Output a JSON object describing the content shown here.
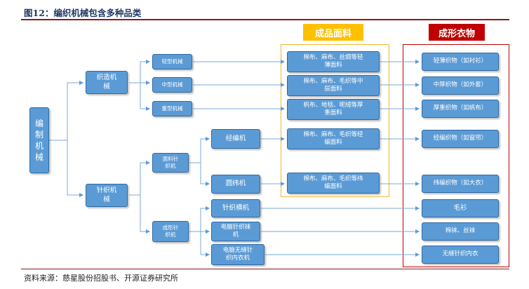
{
  "title": "图12：编织机械包含多种品类",
  "source": "资料来源：慈星股份招股书、开源证券研究所",
  "groups": {
    "fabric_label": "成品面料",
    "garment_label": "成形衣物"
  },
  "root": "编\n制\n机\n械",
  "level1": {
    "weaving": "织造机\n械",
    "knitting": "针织机\n械"
  },
  "weaving_types": {
    "light": "轻型机械",
    "medium": "中型机械",
    "heavy": "重型机械"
  },
  "knitting_types": {
    "fabric": "面料针\n织机",
    "formed": "成形针\n织机"
  },
  "fabric_machines": {
    "warp": "经编机",
    "circular": "圆纬机"
  },
  "formed_machines": {
    "flat": "针织横机",
    "sock": "电脑针织袜\n机",
    "seamless": "电脑无缝针\n织内衣机"
  },
  "fabrics": {
    "f1": "棉布、麻布、丝绸等轻\n薄面料",
    "f2": "棉布、麻布、毛织等中\n层面料",
    "f3": "帆布、地毯、呢绒等厚\n重面料",
    "f4": "棉布、麻布、毛织等经\n编面料",
    "f5": "棉布、麻布、毛织等纬\n编面料"
  },
  "garments": {
    "g1": "轻薄织物（如衬衫）",
    "g2": "中厚织物（如外套）",
    "g3": "厚重织物（如帆布）",
    "g4": "经编织物（如窗帘）",
    "g5": "纬编织物（如大衣）",
    "g6": "毛衫",
    "g7": "棉袜、丝袜",
    "g8": "无缝针织内衣"
  },
  "colors": {
    "node_fill": "#5b9bd5",
    "yellow_tag": "#ffc000",
    "red_tag": "#c00000",
    "title": "#1f3864"
  }
}
